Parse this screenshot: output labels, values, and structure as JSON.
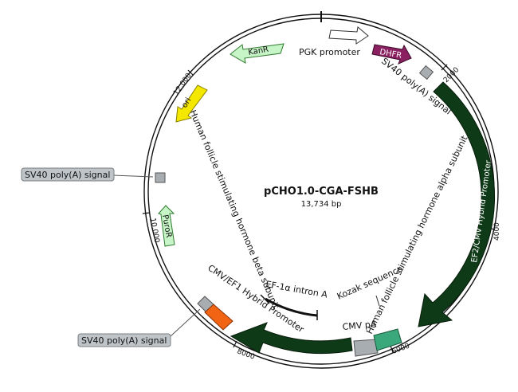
{
  "plasmid": {
    "name": "pCHO1.0-CGA-FSHB",
    "size": "13,734 bp",
    "length_bp": 13734
  },
  "ticks": [
    {
      "label": "2000"
    },
    {
      "label": "4000"
    },
    {
      "label": "6000"
    },
    {
      "label": "8000"
    },
    {
      "label": "10,000"
    },
    {
      "label": "12,000"
    }
  ],
  "features": {
    "pgk_promoter": "PGK promoter",
    "dhfr": "DHFR",
    "sv40_polya_top": "SV40 poly(A) signal",
    "ef2_cmv": "EF2/CMV Hybrid Promoter",
    "cga": "Human follicle stimulating hormone alpha subunit",
    "kozak": "Kozak sequence",
    "cmv_pa": "CMV pA",
    "ef1a_intron": "EF-1α intron A",
    "cmv_ef1": "CMV/EF1 Hybrid Promoter",
    "fshb": "Human follicle stimulating hormone beta subunit",
    "puror": "PuroR",
    "sv40_polya_left": "SV40 poly(A) signal",
    "sv40_polya_bottom": "SV40 poly(A) signal",
    "ori": "ori",
    "kanr": "KanR"
  },
  "colors": {
    "dark_green": "#0f3a17",
    "dhfr": "#8a2060",
    "ori": "#f5e800",
    "kanr": "#c8f5c8",
    "puror": "#c8f5c8",
    "grey_box": "#a8adb2",
    "green_box": "#3aa87a",
    "orange_box": "#f06414"
  }
}
